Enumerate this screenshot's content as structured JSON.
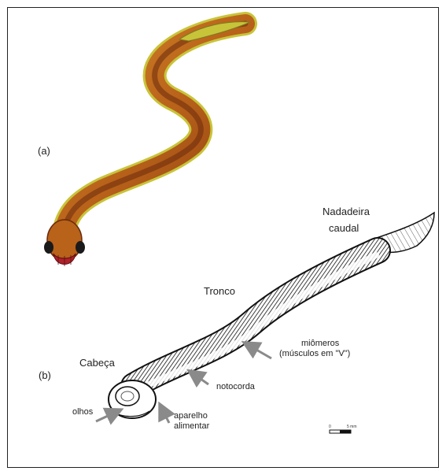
{
  "panel_a": {
    "label": "(a)"
  },
  "panel_b": {
    "label": "(b)",
    "head": "Cabeça",
    "trunk": "Tronco",
    "fin_line1": "Nadadeira",
    "fin_line2": "caudal",
    "myomeres_line1": "miômeros",
    "myomeres_line2": "(músculos em \"V\")",
    "notochord": "notocorda",
    "digestive_line1": "aparelho",
    "digestive_line2": "alimentar",
    "eyes": "olhos"
  },
  "scale_bar": {
    "zero": "0",
    "value": "5 mm"
  },
  "colors": {
    "body_main": "#b8621a",
    "body_dark": "#6b2a0c",
    "body_belly": "#c8c43a",
    "mouth": "#b0222a",
    "arrow": "#8a8a8a",
    "fossil_ink": "#111111"
  }
}
